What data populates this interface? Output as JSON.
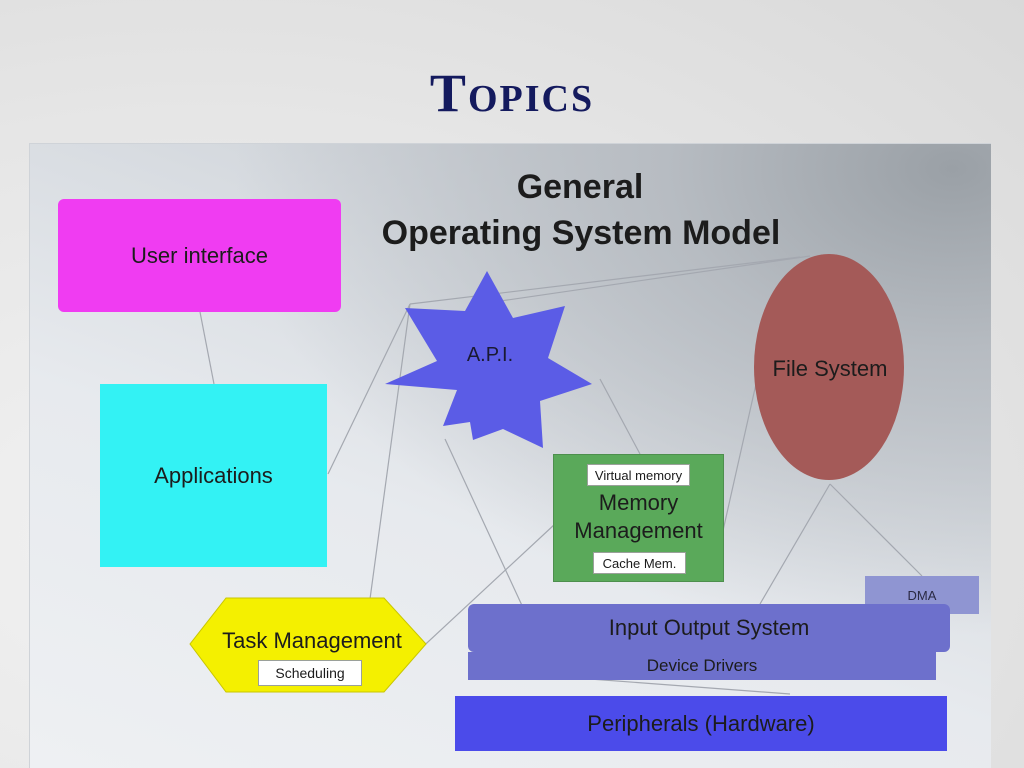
{
  "slide": {
    "title": "Topics"
  },
  "diagram": {
    "title_line1": "General",
    "title_line2": "Operating System Model",
    "nodes": {
      "user_interface": "User interface",
      "applications": "Applications",
      "api": "A.P.I.",
      "file_system": "File System",
      "memory_management_line1": "Memory",
      "memory_management_line2": "Management",
      "virtual_memory": "Virtual memory",
      "cache_memory": "Cache Mem.",
      "task_management": "Task Management",
      "scheduling": "Scheduling",
      "dma": "DMA",
      "input_output_system": "Input Output System",
      "device_drivers": "Device Drivers",
      "peripherals": "Peripherals (Hardware)"
    },
    "colors": {
      "user_interface": "#f03cf2",
      "applications": "#33f2f4",
      "api": "#5b5ce6",
      "file_system": "#a45a58",
      "memory_management": "#5aa95a",
      "task_management": "#f4f000",
      "dma": "#8f95d2",
      "input_output_system": "#6d70cc",
      "device_drivers": "#6d70cc",
      "peripherals": "#4b4bea",
      "title_text": "#141a5e"
    }
  }
}
